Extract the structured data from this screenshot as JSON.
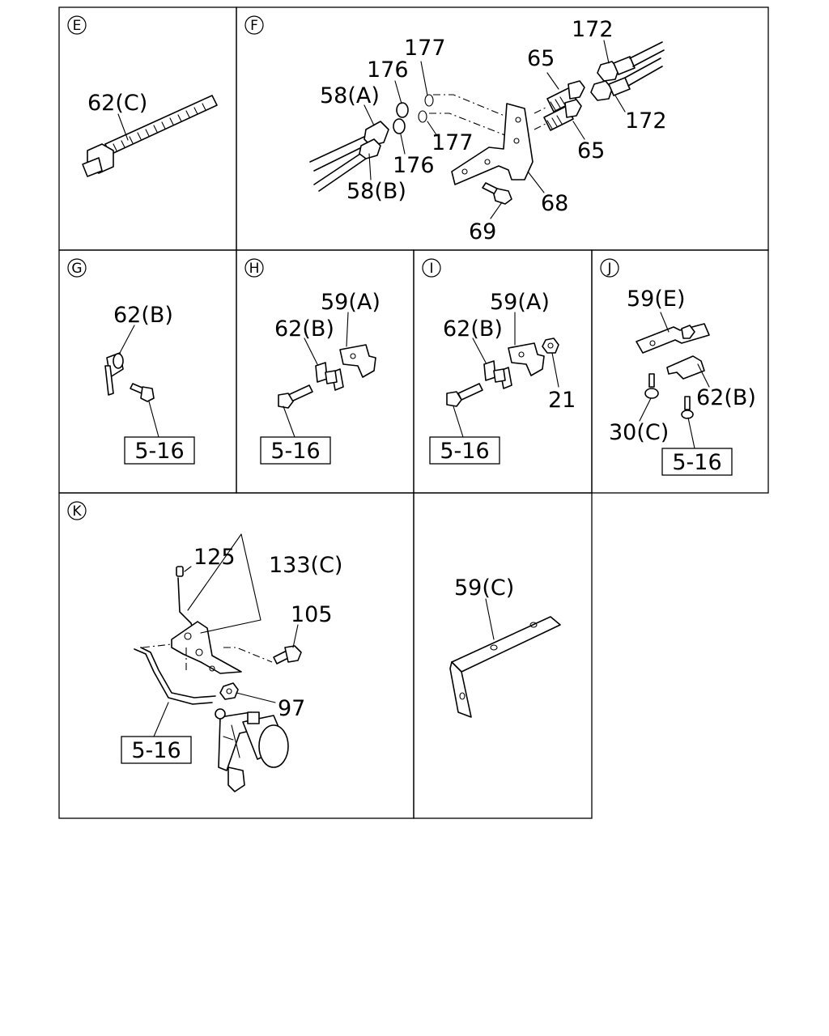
{
  "panels": [
    {
      "id": "E",
      "labels": [
        "62(C)"
      ]
    },
    {
      "id": "F",
      "labels": [
        "172",
        "177",
        "176",
        "58(A)",
        "65",
        "172",
        "177",
        "176",
        "65",
        "58(B)",
        "68",
        "69"
      ]
    },
    {
      "id": "G",
      "labels": [
        "62(B)"
      ],
      "ref": "5-16"
    },
    {
      "id": "H",
      "labels": [
        "59(A)",
        "62(B)"
      ],
      "ref": "5-16"
    },
    {
      "id": "I",
      "labels": [
        "59(A)",
        "62(B)",
        "21"
      ],
      "ref": "5-16"
    },
    {
      "id": "J",
      "labels": [
        "59(E)",
        "62(B)",
        "30(C)"
      ],
      "ref": "5-16"
    },
    {
      "id": "K",
      "labels": [
        "125",
        "133(C)",
        "105",
        "97"
      ],
      "ref": "5-16"
    },
    {
      "id": "",
      "labels": [
        "59(C)"
      ]
    }
  ]
}
